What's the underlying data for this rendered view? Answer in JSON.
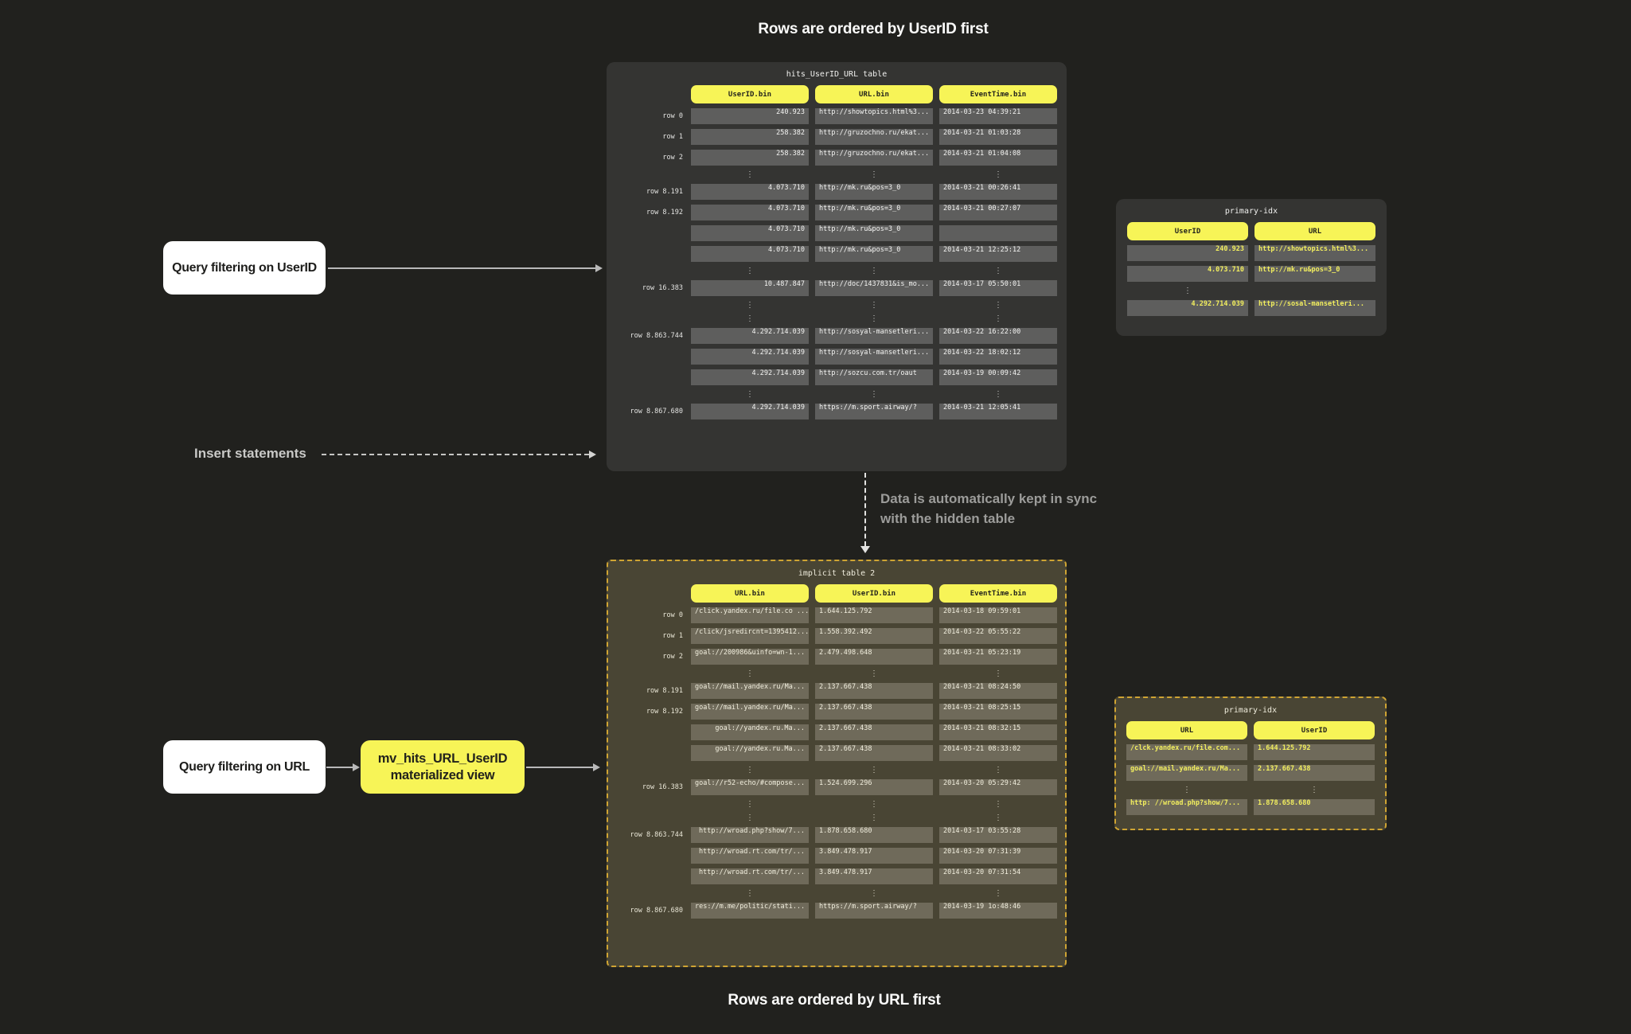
{
  "headlines": {
    "top": "Rows are ordered by UserID first",
    "bottom": "Rows are ordered by URL first"
  },
  "annotations": {
    "query_userid": "Query filtering on UserID",
    "insert_statements": "Insert statements",
    "query_url": "Query filtering on URL",
    "mv_box_line1": "mv_hits_URL_UserID",
    "mv_box_line2": "materialized view",
    "sync_line1": "Data is automatically kept in sync",
    "sync_line2": "with the hidden table"
  },
  "colors": {
    "accent_yellow": "#f7f457",
    "panel_dark": "#343432",
    "panel_olive": "#494534",
    "dashed_border": "#cfa433",
    "cell_dark": "#5e5e5d",
    "cell_olive": "#6f6a5a",
    "index_value_yellow": "#f2ee5e"
  },
  "main_table": {
    "title": "hits_UserID_URL table",
    "columns": [
      "UserID.bin",
      "URL.bin",
      "EventTime.bin"
    ],
    "rows": [
      {
        "label": "row 0",
        "cells": [
          "240.923",
          "http://showtopics.html%3...",
          "2014-03-23 04:39:21"
        ]
      },
      {
        "label": "row 1",
        "cells": [
          "258.382",
          "http://gruzochno.ru/ekat...",
          "2014-03-21 01:03:28"
        ]
      },
      {
        "label": "row 2",
        "cells": [
          "258.382",
          "http://gruzochno.ru/ekat...",
          "2014-03-21 01:04:08"
        ]
      },
      {
        "dots": [
          0,
          1,
          2
        ]
      },
      {
        "label": "row 8.191",
        "cells": [
          "4.073.710",
          "http://mk.ru&pos=3_0",
          "2014-03-21 00:26:41"
        ]
      },
      {
        "label": "row 8.192",
        "cells": [
          "4.073.710",
          "http://mk.ru&pos=3_0",
          "2014-03-21 00:27:07"
        ]
      },
      {
        "label": "",
        "cells": [
          "4.073.710",
          "http://mk.ru&pos=3_0",
          ""
        ]
      },
      {
        "label": "",
        "cells": [
          "4.073.710",
          "http://mk.ru&pos=3_0",
          "2014-03-21 12:25:12"
        ]
      },
      {
        "dots": [
          0,
          1,
          2
        ]
      },
      {
        "label": "row 16.383",
        "cells": [
          "10.487.847",
          "http://doc/1437831&is_mo...",
          "2014-03-17 05:50:01"
        ]
      },
      {
        "dots": [
          0,
          1,
          2
        ]
      },
      {
        "dots": [
          0,
          1,
          2
        ]
      },
      {
        "label": "row 8.863.744",
        "cells": [
          "4.292.714.039",
          "http://sosyal-mansetleri...",
          "2014-03-22 16:22:00"
        ]
      },
      {
        "label": "",
        "cells": [
          "4.292.714.039",
          "http://sosyal-mansetleri...",
          "2014-03-22 18:02:12"
        ]
      },
      {
        "label": "",
        "cells": [
          "4.292.714.039",
          "http://sozcu.com.tr/oaut",
          "2014-03-19 00:09:42"
        ]
      },
      {
        "dots": [
          0,
          1,
          2
        ]
      },
      {
        "label": "row 8.867.680",
        "cells": [
          "4.292.714.039",
          "https://m.sport.airway/?",
          "2014-03-21 12:05:41"
        ]
      }
    ]
  },
  "primary_index_top": {
    "title": "primary-idx",
    "columns": [
      "UserID",
      "URL"
    ],
    "rows": [
      {
        "cells": [
          "240.923",
          "http://showtopics.html%3..."
        ]
      },
      {
        "cells": [
          "4.073.710",
          "http://mk.ru&pos=3_0"
        ]
      },
      {
        "dots": [
          0
        ]
      },
      {
        "cells": [
          "4.292.714.039",
          "http://sosal-mansetleri..."
        ]
      }
    ]
  },
  "implicit_table": {
    "title": "implicit table 2",
    "columns": [
      "URL.bin",
      "UserID.bin",
      "EventTime.bin"
    ],
    "rows": [
      {
        "label": "row 0",
        "cells": [
          "/click.yandex.ru/file.co ...",
          "1.644.125.792",
          "2014-03-18 09:59:01"
        ]
      },
      {
        "label": "row 1",
        "cells": [
          "/click/jsredircnt=1395412...",
          "1.558.392.492",
          "2014-03-22 05:55:22"
        ]
      },
      {
        "label": "row 2",
        "cells": [
          "goal://200986&uinfo=wn-1...",
          "2.479.498.648",
          "2014-03-21 05:23:19"
        ],
        "align0": "right"
      },
      {
        "dots": [
          0,
          1,
          2
        ]
      },
      {
        "label": "row 8.191",
        "cells": [
          "goal://mail.yandex.ru/Ma...",
          "2.137.667.438",
          "2014-03-21 08:24:50"
        ]
      },
      {
        "label": "row 8.192",
        "cells": [
          "goal://mail.yandex.ru/Ma...",
          "2.137.667.438",
          "2014-03-21 08:25:15"
        ]
      },
      {
        "label": "",
        "cells": [
          "goal://yandex.ru.Ma...",
          "2.137.667.438",
          "2014-03-21 08:32:15"
        ],
        "align0": "right"
      },
      {
        "label": "",
        "cells": [
          "goal://yandex.ru.Ma...",
          "2.137.667.438",
          "2014-03-21 08:33:02"
        ],
        "align0": "right"
      },
      {
        "dots": [
          0,
          1,
          2
        ]
      },
      {
        "label": "row 16.383",
        "cells": [
          "goal://r52-echo/#compose...",
          "1.524.699.296",
          "2014-03-20 05:29:42"
        ]
      },
      {
        "dots": [
          0,
          1,
          2
        ]
      },
      {
        "dots": [
          0,
          1,
          2
        ]
      },
      {
        "label": "row 8.863.744",
        "cells": [
          "http://wroad.php?show/7...",
          "1.878.658.680",
          "2014-03-17 03:55:28"
        ],
        "align0": "right"
      },
      {
        "label": "",
        "cells": [
          "http://wroad.rt.com/tr/...",
          "3.849.478.917",
          "2014-03-20 07:31:39"
        ],
        "align0": "right"
      },
      {
        "label": "",
        "cells": [
          "http://wroad.rt.com/tr/...",
          "3.849.478.917",
          "2014-03-20 07:31:54"
        ],
        "align0": "right"
      },
      {
        "dots": [
          0,
          1,
          2
        ]
      },
      {
        "label": "row 8.867.680",
        "cells": [
          "res://m.me/politic/stati...",
          "https://m.sport.airway/?",
          "2014-03-19 1o:48:46"
        ]
      }
    ]
  },
  "primary_index_bottom": {
    "title": "primary-idx",
    "columns": [
      "URL",
      "UserID"
    ],
    "rows": [
      {
        "cells": [
          "/clck.yandex.ru/file.com...",
          "1.644.125.792"
        ]
      },
      {
        "cells": [
          "goal://mail.yandex.ru/Ma...",
          "2.137.667.438"
        ]
      },
      {
        "dots": [
          0,
          1
        ]
      },
      {
        "cells": [
          "http: //wroad.php?show/7...",
          "1.878.658.680"
        ]
      }
    ]
  }
}
